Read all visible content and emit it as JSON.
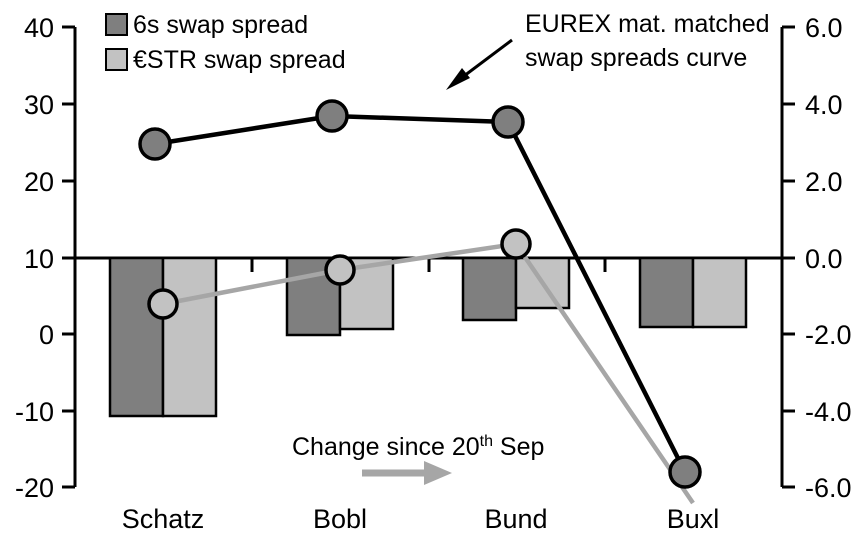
{
  "chart_data": {
    "type": "bar",
    "title": "",
    "subtitle": "",
    "categories": [
      "Schatz",
      "Bobl",
      "Bund",
      "Buxl"
    ],
    "xlabel": "",
    "ylabel": "",
    "y_left": {
      "label": "",
      "ticks": [
        "40",
        "30",
        "20",
        "10",
        "0",
        "-10",
        "-20"
      ],
      "tick_values": [
        40,
        30,
        20,
        10,
        0,
        -10,
        -20
      ],
      "ylim": [
        -20,
        40
      ],
      "zero_reference": 10
    },
    "y_right": {
      "label": "",
      "ticks": [
        "6.0",
        "4.0",
        "2.0",
        "0.0",
        "-2.0",
        "-4.0",
        "-6.0"
      ],
      "tick_values": [
        6.0,
        4.0,
        2.0,
        0.0,
        -2.0,
        -4.0,
        -6.0
      ],
      "ylim": [
        -6.0,
        6.0
      ],
      "zero_reference": 0.0
    },
    "grid": false,
    "legend_position": "top-left",
    "series": [
      {
        "name": "6s swap spread",
        "type": "bar",
        "axis": "right",
        "color": "#7f7f7f",
        "values": [
          -4.1,
          -2.0,
          -1.6,
          -1.8
        ]
      },
      {
        "name": "€STR swap spread",
        "type": "bar",
        "axis": "right",
        "color": "#c2c2c2",
        "values": [
          -4.1,
          -1.85,
          -1.3,
          -1.8
        ]
      },
      {
        "name": "EUREX mat. matched swap spreads curve",
        "type": "line",
        "axis": "left",
        "color": "#000000",
        "marker_fill": "#7f7f7f",
        "values": [
          24.5,
          28.0,
          27.3,
          -18.0
        ]
      },
      {
        "name": "Change since 20th Sep",
        "type": "line",
        "axis": "left",
        "color": "#a6a6a6",
        "marker_fill": "#c2c2c2",
        "values": [
          6.0,
          10.5,
          12.7,
          -20.5
        ]
      }
    ]
  },
  "legend": {
    "items": [
      {
        "label": "6s swap spread",
        "color": "#7f7f7f"
      },
      {
        "label": "€STR swap spread",
        "color": "#c2c2c2"
      }
    ]
  },
  "annotations": {
    "curve_note": {
      "line1": "EUREX mat. matched",
      "line2": "swap spreads curve"
    },
    "change_note": {
      "prefix": "Change since 20",
      "superscript": "th",
      "suffix": " Sep"
    }
  },
  "axis_left_ticks": [
    "40",
    "30",
    "20",
    "10",
    "0",
    "-10",
    "-20"
  ],
  "axis_right_ticks": [
    "6.0",
    "4.0",
    "2.0",
    "0.0",
    "-2.0",
    "-4.0",
    "-6.0"
  ],
  "category_labels": [
    "Schatz",
    "Bobl",
    "Bund",
    "Buxl"
  ],
  "colors": {
    "bar_dark": "#7f7f7f",
    "bar_light": "#c2c2c2",
    "line_black": "#000000",
    "line_gray": "#a6a6a6",
    "axis": "#000000",
    "background": "#ffffff"
  }
}
